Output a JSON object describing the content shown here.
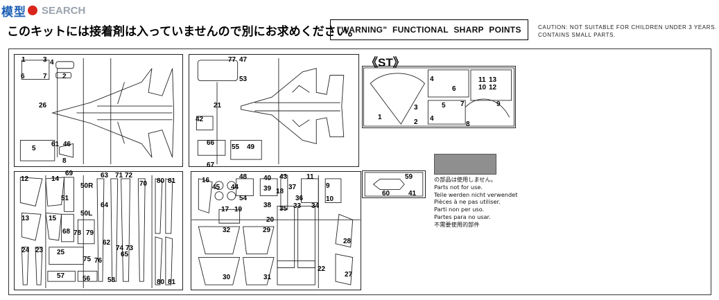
{
  "watermark": {
    "cjk": "模型",
    "en": "SEARCH"
  },
  "header": {
    "jp_notice": "このキットには接着剤は入っていませんので別にお求めください。",
    "warning": "\"WARNING\"   FUNCTIONAL SHARP POINTS",
    "caution_line1": "CAUTION: NOT SUITABLE FOR CHILDREN UNDER 3 YEARS.",
    "caution_line2": "CONTAINS SMALL PARTS."
  },
  "st_label": "《ST》",
  "legend": {
    "lines": [
      "の部品は使用しません。",
      "Parts not for use.",
      "Teile werden nicht verwendet",
      "Pièces à ne pas utiliser.",
      "Parti non per uso.",
      "Partes para no usar.",
      "不需要使用的部件"
    ]
  },
  "part_numbers": {
    "a": [
      "1",
      "3",
      "4",
      "2",
      "6",
      "7",
      "26",
      "5",
      "61",
      "46",
      "8"
    ],
    "b": [
      "77",
      "47",
      "53",
      "21",
      "42",
      "66",
      "55",
      "49",
      "67"
    ],
    "c": [
      "12",
      "14",
      "69",
      "50R",
      "63",
      "71",
      "72",
      "70",
      "80",
      "81",
      "51",
      "64",
      "13",
      "15",
      "50L",
      "68",
      "78",
      "79",
      "62",
      "24",
      "23",
      "25",
      "74",
      "73",
      "65",
      "75",
      "76",
      "57",
      "56",
      "58",
      "80",
      "81"
    ],
    "d": [
      "16",
      "45",
      "44",
      "48",
      "40",
      "43",
      "11",
      "9",
      "39",
      "18",
      "37",
      "54",
      "36",
      "17",
      "19",
      "38",
      "10",
      "20",
      "35",
      "33",
      "34",
      "32",
      "29",
      "28",
      "30",
      "31",
      "22",
      "27"
    ],
    "e": [
      "59",
      "60",
      "41"
    ],
    "st": [
      "4",
      "6",
      "11",
      "13",
      "10",
      "12",
      "3",
      "5",
      "7",
      "9",
      "1",
      "2",
      "4",
      "8"
    ]
  }
}
